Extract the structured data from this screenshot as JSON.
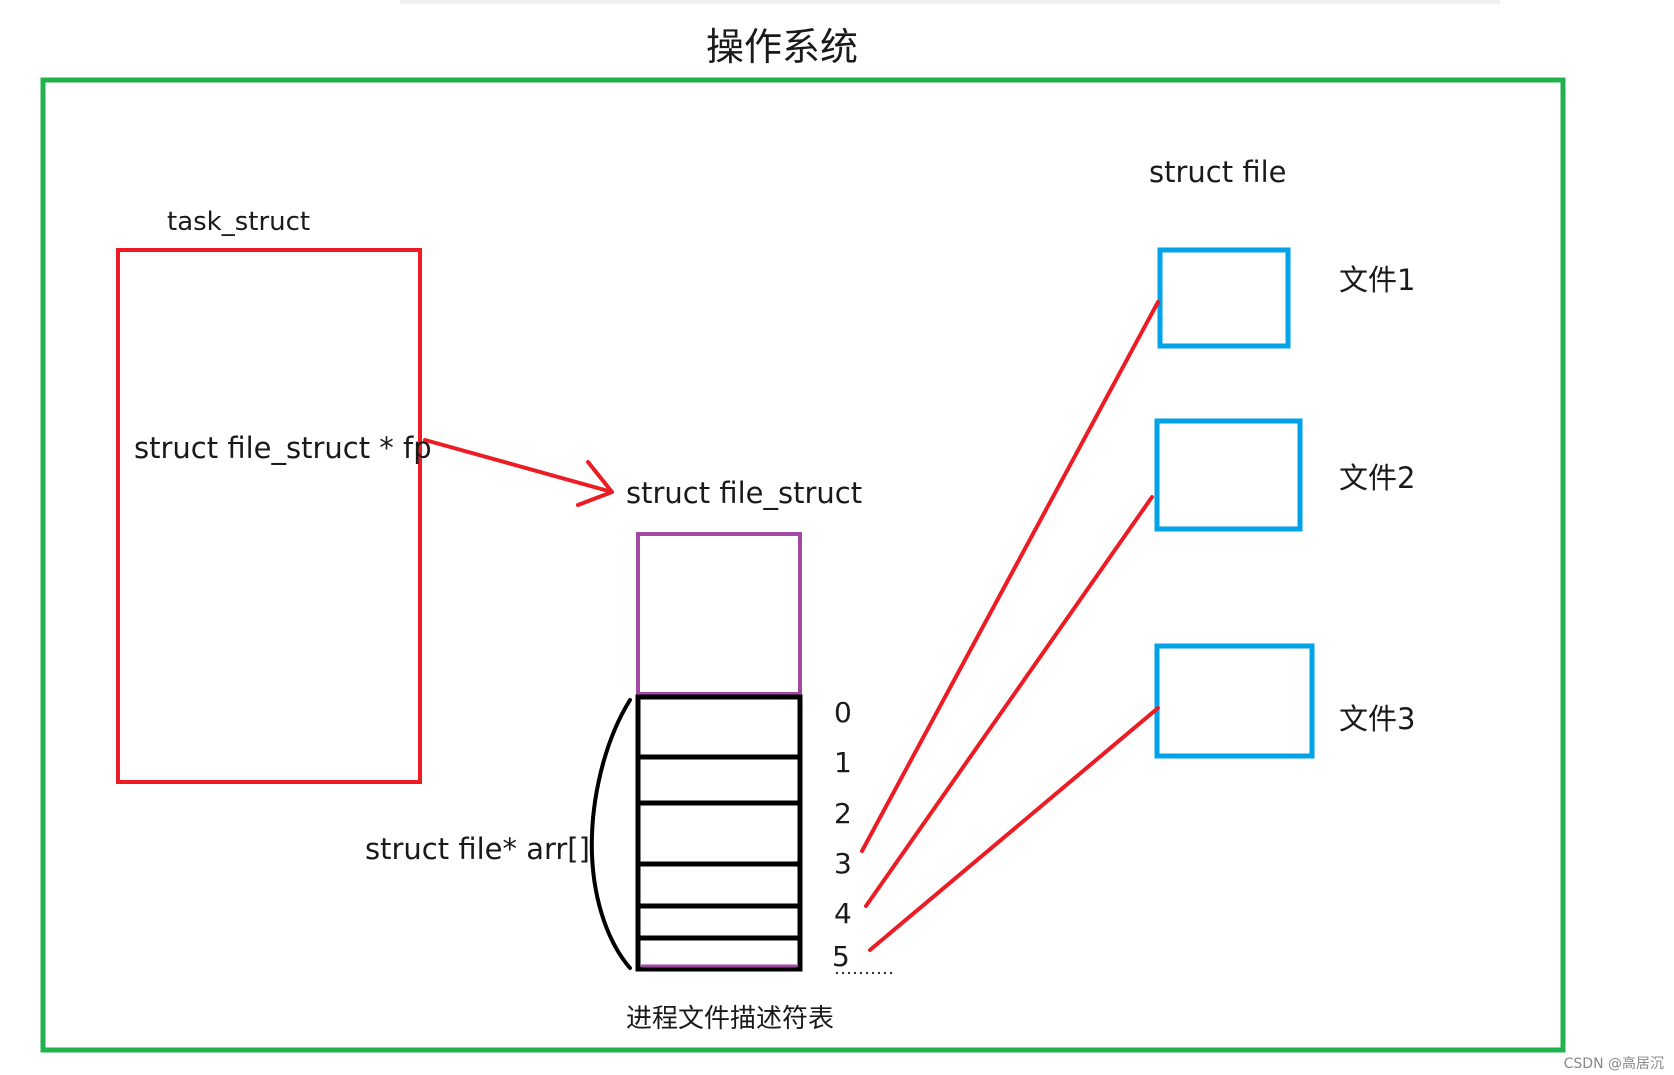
{
  "title": "操作系统",
  "task_struct": {
    "label": "task_struct",
    "field": "struct file_struct * fp"
  },
  "file_struct": {
    "label": "struct file_struct",
    "array_label": "struct file* arr[]",
    "indices": [
      "0",
      "1",
      "2",
      "3",
      "4",
      "5"
    ],
    "caption": "进程文件描述符表"
  },
  "struct_file": {
    "label": "struct file",
    "files": [
      "文件1",
      "文件2",
      "文件3"
    ]
  },
  "watermark": "CSDN @高居沉",
  "colors": {
    "os_border": "#22b14c",
    "task_struct_border": "#ed1c24",
    "file_struct_border": "#a349a4",
    "file_box_border": "#00a2e8",
    "pointer": "#ed1c24",
    "table": "#000000"
  }
}
